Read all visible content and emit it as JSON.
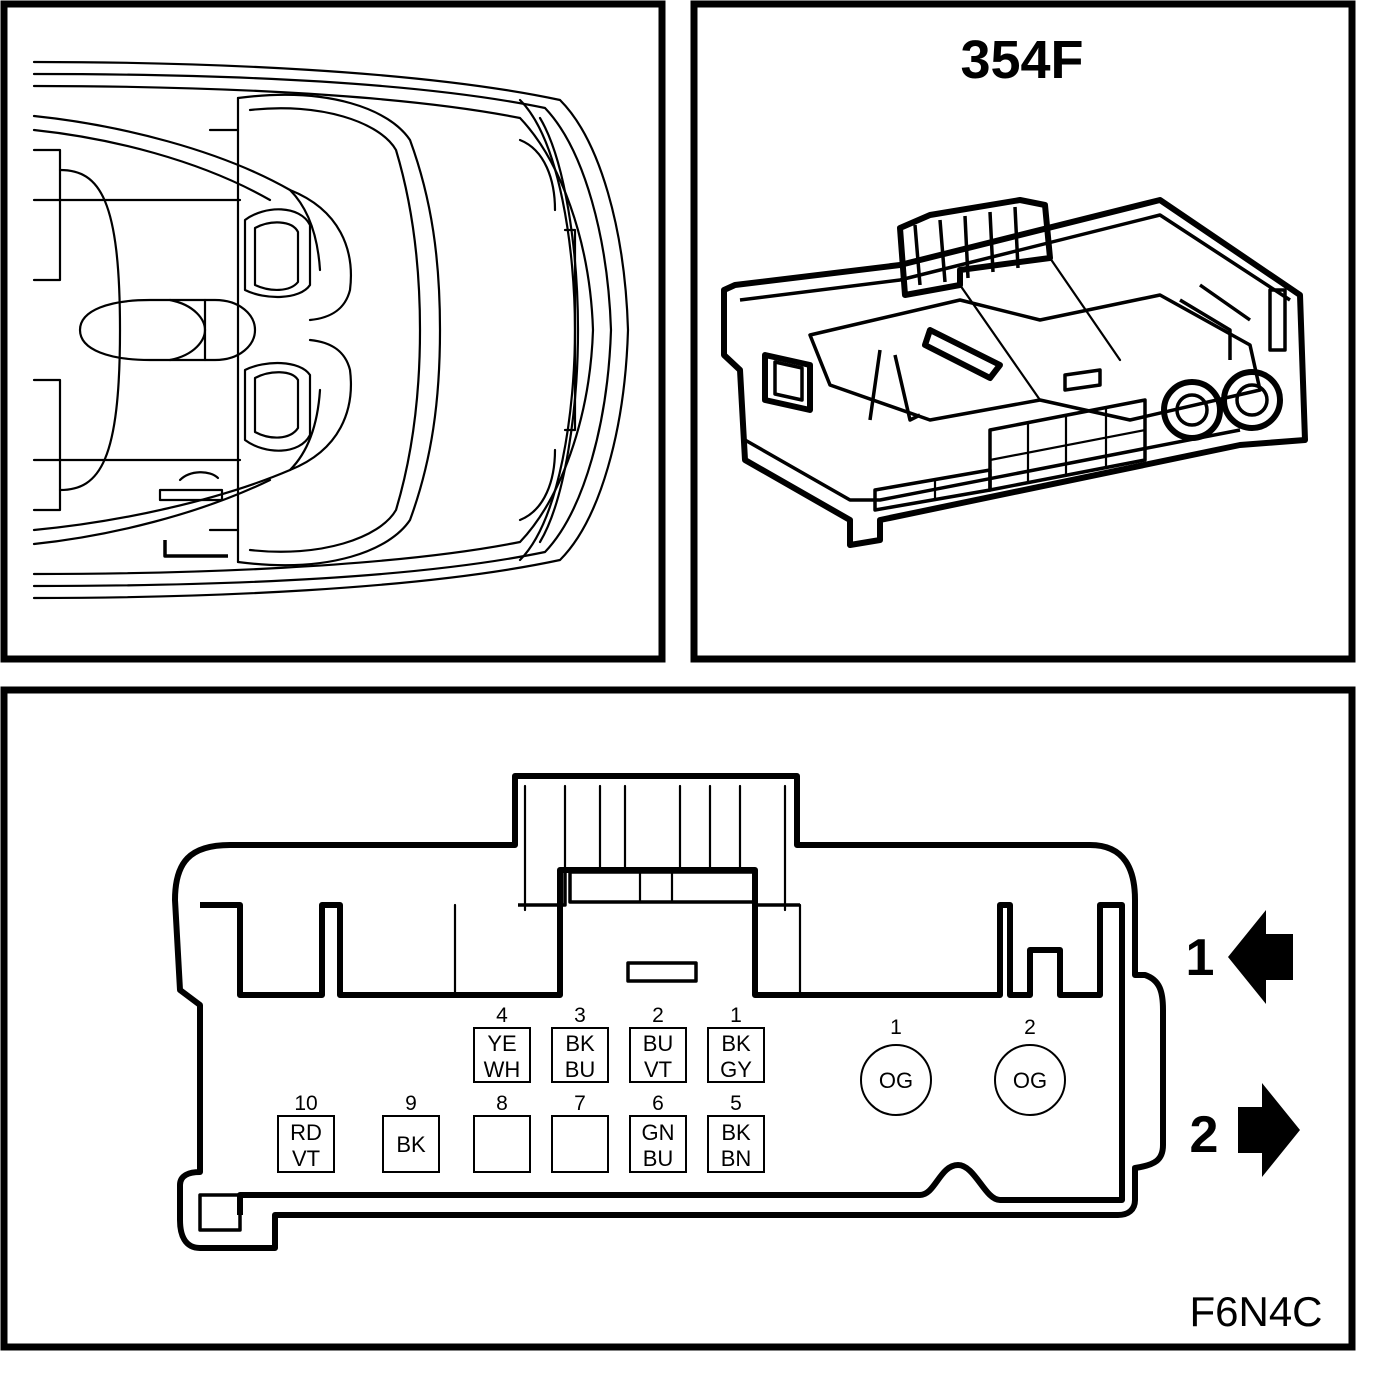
{
  "connector_title": "354F",
  "figure_code": "F6N4C",
  "direction_labels": {
    "arrow1": "1",
    "arrow2": "2"
  },
  "small_pins": [
    {
      "number": "4",
      "wire_line1": "YE",
      "wire_line2": "WH"
    },
    {
      "number": "3",
      "wire_line1": "BK",
      "wire_line2": "BU"
    },
    {
      "number": "2",
      "wire_line1": "BU",
      "wire_line2": "VT"
    },
    {
      "number": "1",
      "wire_line1": "BK",
      "wire_line2": "GY"
    },
    {
      "number": "10",
      "wire_line1": "RD",
      "wire_line2": "VT"
    },
    {
      "number": "9",
      "wire_line1": "BK",
      "wire_line2": ""
    },
    {
      "number": "8",
      "wire_line1": "",
      "wire_line2": ""
    },
    {
      "number": "7",
      "wire_line1": "",
      "wire_line2": ""
    },
    {
      "number": "6",
      "wire_line1": "GN",
      "wire_line2": "BU"
    },
    {
      "number": "5",
      "wire_line1": "BK",
      "wire_line2": "BN"
    }
  ],
  "large_pins": [
    {
      "number": "1",
      "wire": "OG"
    },
    {
      "number": "2",
      "wire": "OG"
    }
  ],
  "icons": {
    "arrow1": "arrow-left-icon",
    "arrow2": "arrow-right-icon"
  }
}
